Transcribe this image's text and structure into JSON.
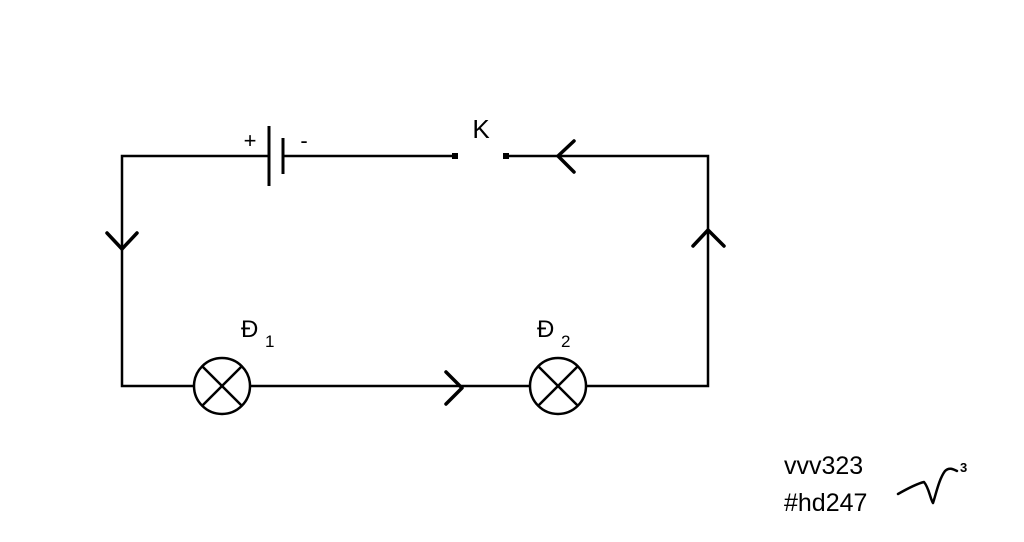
{
  "battery": {
    "plus": "+",
    "minus": "-"
  },
  "switch": {
    "label": "K"
  },
  "lamps": [
    {
      "letter": "Đ",
      "index": "1"
    },
    {
      "letter": "Đ",
      "index": "2"
    }
  ],
  "watermark": {
    "line1": "vvv323",
    "line2": "#hd247",
    "signature_superscript": "3"
  }
}
